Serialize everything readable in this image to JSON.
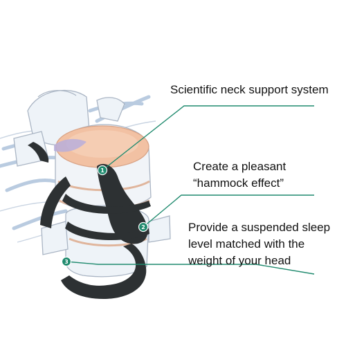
{
  "colors": {
    "leader_line": "#1f8a6e",
    "marker_fill": "#1f8a6e",
    "pillow": "#2d3133",
    "disc_top": "#f2c1a3",
    "bone": "#eef3f8",
    "nerve": "#b9cbe0",
    "background": "#ffffff"
  },
  "callouts": [
    {
      "number": "1",
      "lines": [
        "Scientific neck support system"
      ]
    },
    {
      "number": "2",
      "lines": [
        "Create a pleasant",
        "“hammock effect”"
      ]
    },
    {
      "number": "3",
      "lines": [
        "Provide a suspended sleep",
        "level matched with the",
        "weight of your head"
      ]
    }
  ]
}
